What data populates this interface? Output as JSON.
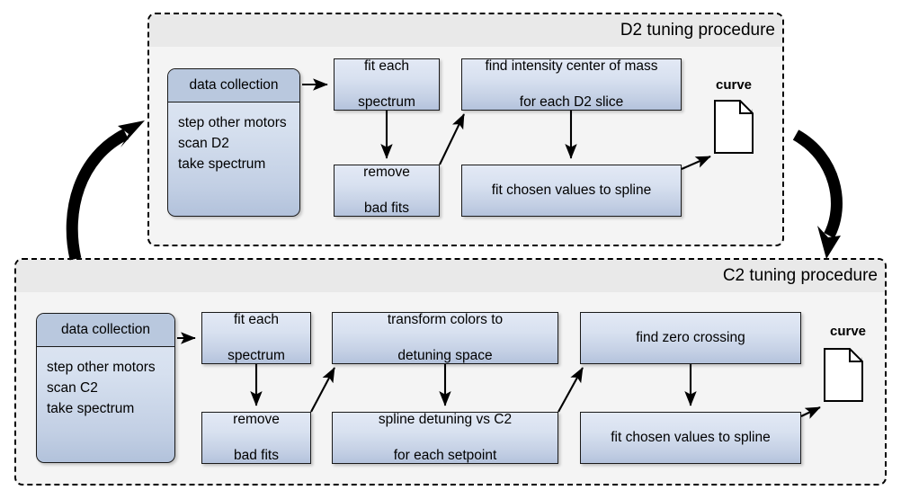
{
  "diagram": {
    "title_hidden": "",
    "panels": [
      {
        "id": "d2",
        "title": "D2 tuning procedure",
        "data_collection": {
          "header": "data collection",
          "lines": [
            "step other motors",
            "scan D2",
            "take spectrum"
          ]
        },
        "steps": [
          {
            "id": "fit-each-spectrum",
            "lines": [
              "fit each",
              "spectrum"
            ]
          },
          {
            "id": "remove-bad-fits",
            "lines": [
              "remove",
              "bad fits"
            ]
          },
          {
            "id": "find-intensity-com",
            "lines": [
              "find intensity center of mass",
              "for each D2 slice"
            ]
          },
          {
            "id": "fit-chosen-spline",
            "lines": [
              "fit chosen values to spline"
            ]
          }
        ],
        "output": {
          "label": "curve",
          "icon": "document-icon"
        }
      },
      {
        "id": "c2",
        "title": "C2 tuning procedure",
        "data_collection": {
          "header": "data collection",
          "lines": [
            "step other motors",
            "scan C2",
            "take spectrum"
          ]
        },
        "steps": [
          {
            "id": "fit-each-spectrum",
            "lines": [
              "fit each",
              "spectrum"
            ]
          },
          {
            "id": "remove-bad-fits",
            "lines": [
              "remove",
              "bad fits"
            ]
          },
          {
            "id": "transform-colors",
            "lines": [
              "transform colors to",
              "detuning space"
            ]
          },
          {
            "id": "spline-detuning",
            "lines": [
              "spline detuning vs C2",
              "for each setpoint"
            ]
          },
          {
            "id": "find-zero-crossing",
            "lines": [
              "find zero crossing"
            ]
          },
          {
            "id": "fit-chosen-spline",
            "lines": [
              "fit chosen values to spline"
            ]
          }
        ],
        "output": {
          "label": "curve",
          "icon": "document-icon"
        }
      }
    ],
    "colors": {
      "panel_fill": "#f4f4f4",
      "panel_header": "#e9e9e9",
      "panel_border": "#000000",
      "box_top": "#e3e9f5",
      "box_bottom": "#b4c3dc",
      "dc_header": "#b9c8de",
      "stroke": "#1a1a1a",
      "doc_fill": "#ffffff"
    }
  }
}
